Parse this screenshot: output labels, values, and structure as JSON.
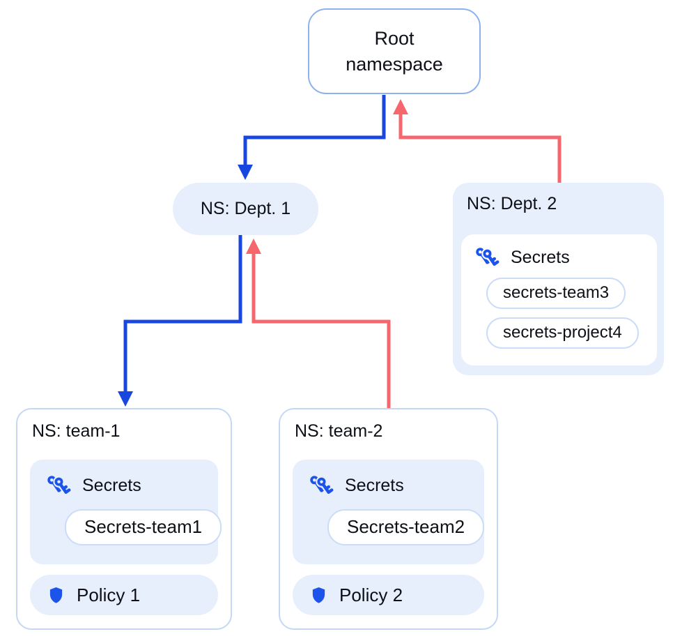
{
  "colors": {
    "bg": "#ffffff",
    "text": "#0d1016",
    "arrow_blue": "#1747df",
    "arrow_red": "#f5666d",
    "icon_blue": "#1c53eb",
    "node_fill": "#e8effc",
    "root_border": "#8db1ef",
    "box_border": "#c6d7f6",
    "pill_border": "#cbdcf8"
  },
  "icons": {
    "secrets": "keys-icon",
    "policy": "shield-icon"
  },
  "nodes": {
    "root": {
      "label": "Root namespace"
    },
    "dept1": {
      "label": "NS: Dept. 1"
    },
    "dept2": {
      "label": "NS: Dept. 2",
      "secrets_title": "Secrets",
      "secrets_items": [
        "secrets-team3",
        "secrets-project4"
      ]
    },
    "team1": {
      "label": "NS: team-1",
      "secrets_title": "Secrets",
      "secrets_items": [
        "Secrets-team1"
      ],
      "policy_label": "Policy 1"
    },
    "team2": {
      "label": "NS: team-2",
      "secrets_title": "Secrets",
      "secrets_items": [
        "Secrets-team2"
      ],
      "policy_label": "Policy 2"
    }
  },
  "edges": [
    {
      "from": "root",
      "to": "dept1",
      "color": "blue",
      "direction": "down"
    },
    {
      "from": "dept2",
      "to": "root",
      "color": "red",
      "direction": "up"
    },
    {
      "from": "dept1",
      "to": "team1",
      "color": "blue",
      "direction": "down"
    },
    {
      "from": "team2",
      "to": "dept1",
      "color": "red",
      "direction": "up"
    }
  ]
}
